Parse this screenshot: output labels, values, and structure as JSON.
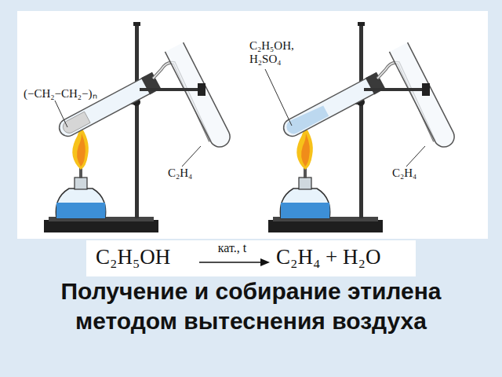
{
  "diagram": {
    "title": "Получение и собирание этилена методом вытеснения воздуха",
    "labels": [
      "(−CH₂−CH₂−)ₙ",
      "C₂H₄",
      "C₂H₅OH, H₂SO₄",
      "C₂H₄",
      "C₂H₅OH",
      "кат., t",
      "C₂H₄ + H₂O"
    ]
  }
}
